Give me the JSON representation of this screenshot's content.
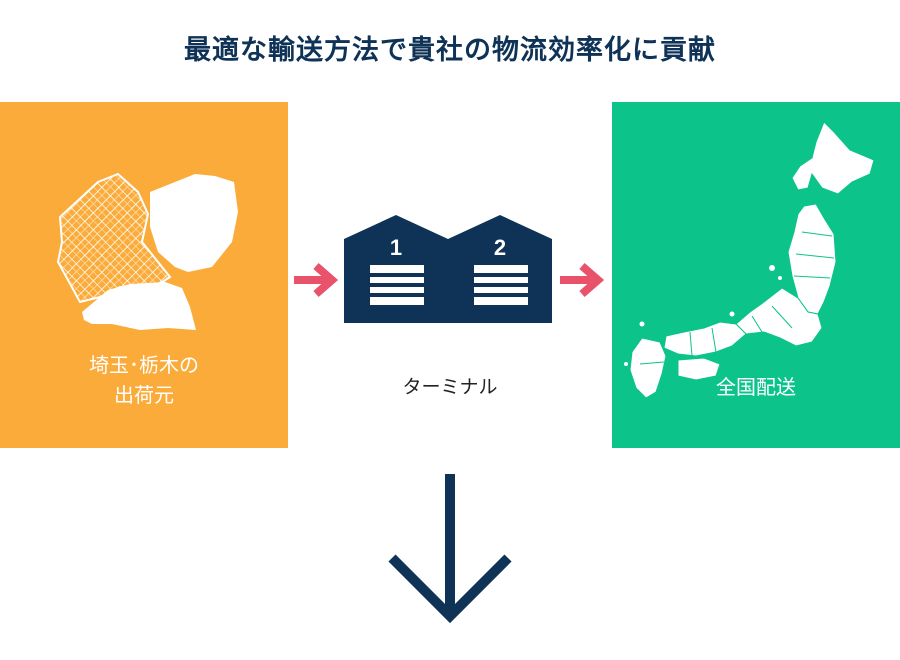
{
  "title": "最適な輸送方法で貴社の物流効率化に貢献",
  "origin": {
    "line1": "埼玉･栃木の",
    "line2": "出荷元"
  },
  "terminal": {
    "label": "ターミナル",
    "bay1": "1",
    "bay2": "2"
  },
  "destination": {
    "label": "全国配送"
  },
  "colors": {
    "title_text": "#0f3257",
    "origin_panel": "#fbab3a",
    "destination_panel": "#0cc489",
    "terminal_navy": "#0f3257",
    "arrow_pink": "#e8526a",
    "down_arrow": "#0f3257",
    "label_text": "#222222"
  }
}
